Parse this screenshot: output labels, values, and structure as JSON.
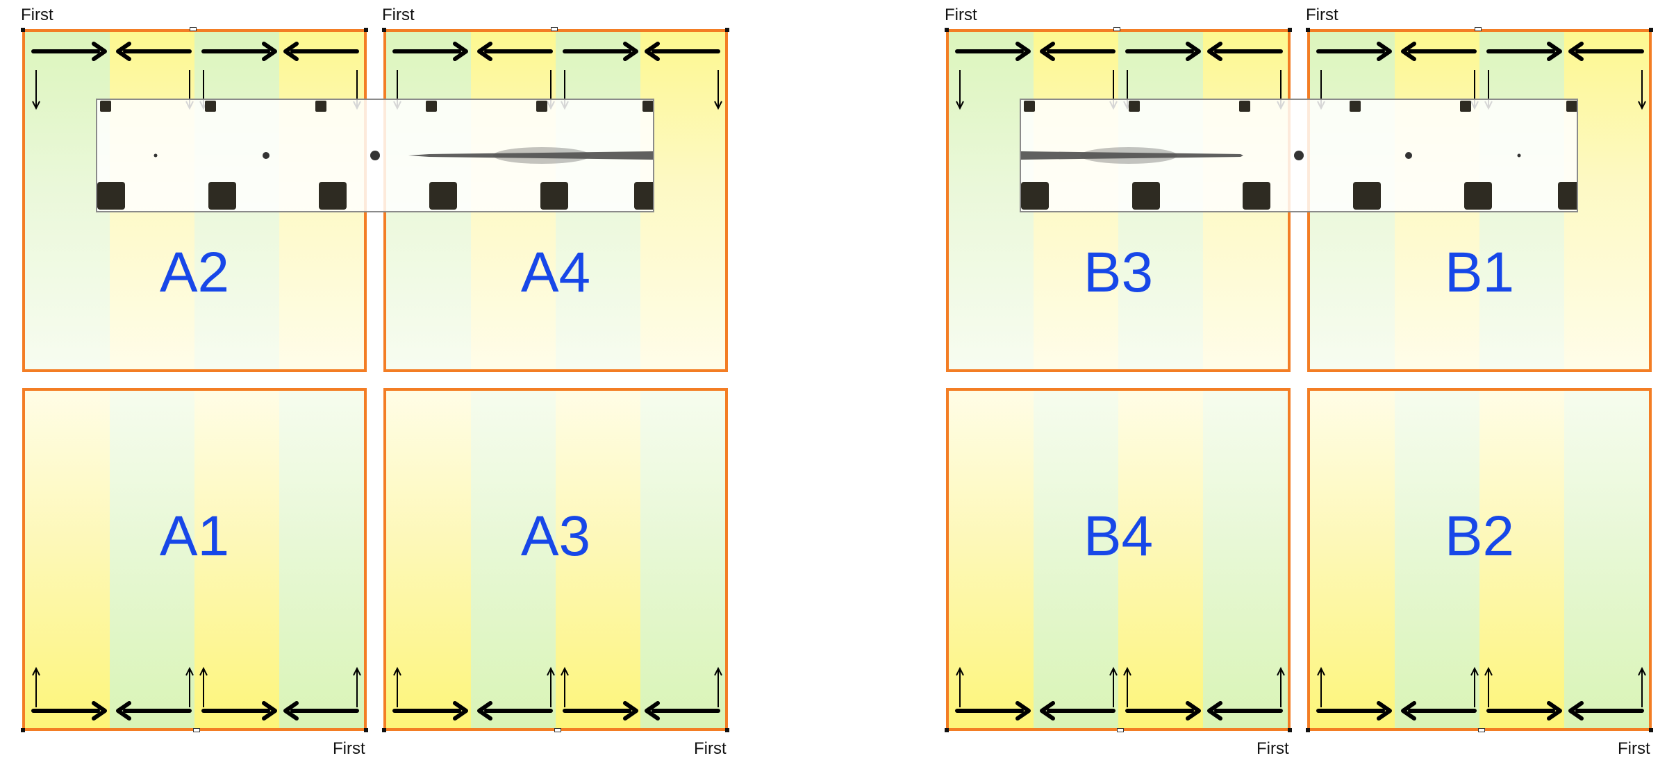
{
  "scheme_a": {
    "panels": [
      {
        "label": "A2"
      },
      {
        "label": "A4"
      },
      {
        "label": "A1"
      },
      {
        "label": "A3"
      }
    ],
    "first_labels": [
      "First",
      "First",
      "First",
      "First"
    ]
  },
  "scheme_b": {
    "panels": [
      {
        "label": "B3"
      },
      {
        "label": "B1"
      },
      {
        "label": "B4"
      },
      {
        "label": "B2"
      }
    ],
    "first_labels": [
      "First",
      "First",
      "First",
      "First"
    ]
  },
  "colors": {
    "border": "#f37d24",
    "label": "#1747e8",
    "stripe_green": "#dcf5bc",
    "stripe_yellow": "#fdf890"
  }
}
